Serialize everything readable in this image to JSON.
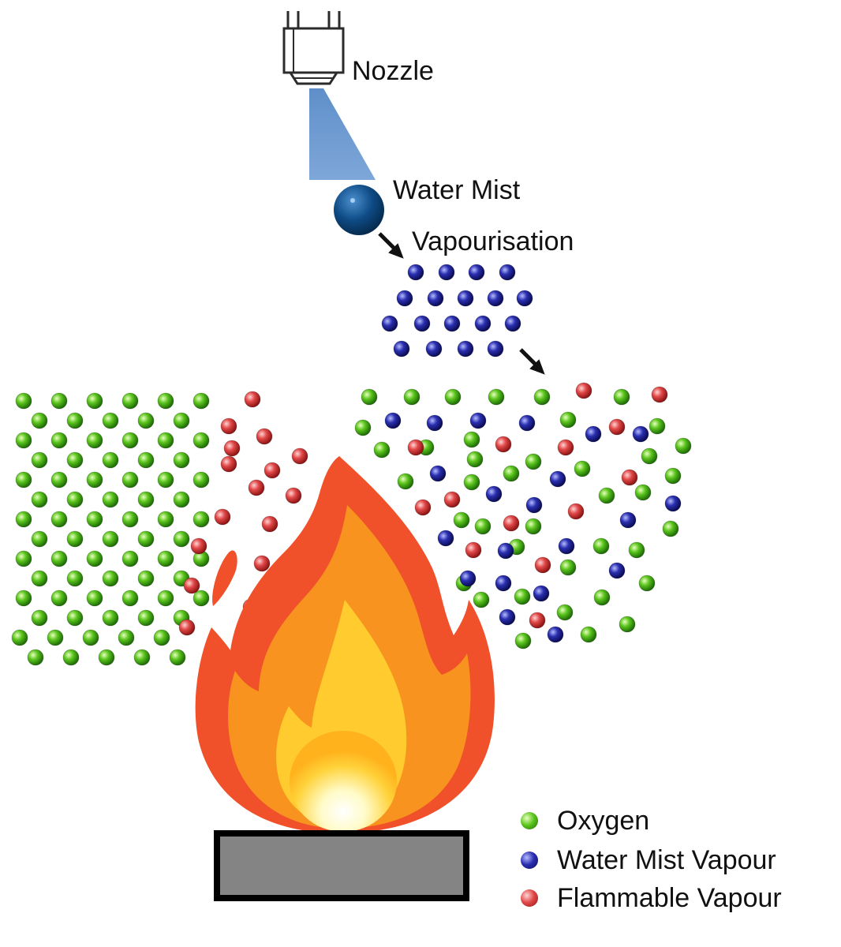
{
  "labels": {
    "nozzle": "Nozzle",
    "water_mist": "Water Mist",
    "vapourisation": "Vapourisation"
  },
  "legend": [
    {
      "key": "oxygen",
      "label": "Oxygen",
      "color": "#3aa312"
    },
    {
      "key": "water_vapour",
      "label": "Water Mist Vapour",
      "color": "#1c1e8c"
    },
    {
      "key": "flammable",
      "label": "Flammable Vapour",
      "color": "#d93a3a"
    }
  ],
  "colors": {
    "spray": "#6f9bd1",
    "droplet": "#0f4f86",
    "flame_outer": "#f0502a",
    "flame_mid": "#f7931e",
    "flame_core": "#fff6b0",
    "fuel_tray": "#848484"
  },
  "icons": [
    "nozzle-icon",
    "water-droplet-icon",
    "flame-icon",
    "fuel-tray-icon",
    "arrow-icon"
  ]
}
